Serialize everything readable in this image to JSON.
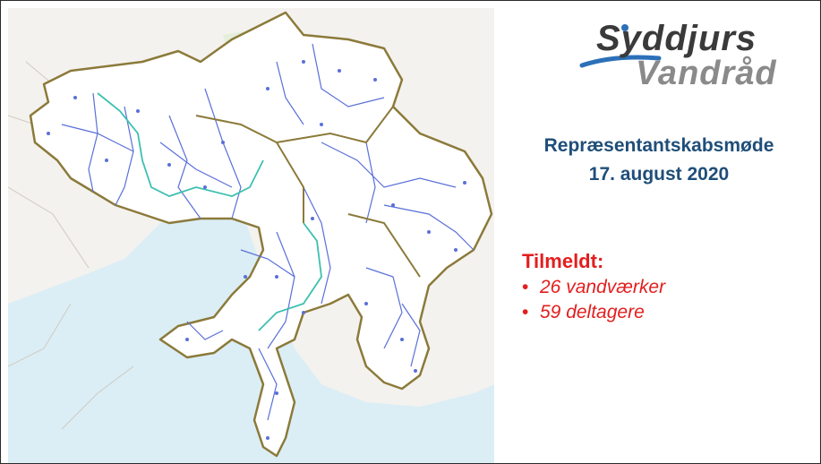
{
  "logo": {
    "line1": "Syddjurs",
    "line2": "Vandråd",
    "colors": {
      "dark": "#3a3a3a",
      "gray": "#8a8a8a",
      "accent": "#2b70b8"
    }
  },
  "meeting": {
    "title": "Repræsentantskabsmøde",
    "date": "17. august 2020"
  },
  "registration": {
    "heading": "Tilmeldt:",
    "items": [
      "26 vandværker",
      "59 deltagere"
    ]
  },
  "map": {
    "colors": {
      "sea": "#dbeef5",
      "land": "#ffffff",
      "forest": "#e4eedb",
      "municipality_border": "#8b7a3a",
      "supply_area_border": "#5a6fd8",
      "highlight_border": "#3cc0b0",
      "waterworks_marker": "#5a6fd8"
    }
  }
}
